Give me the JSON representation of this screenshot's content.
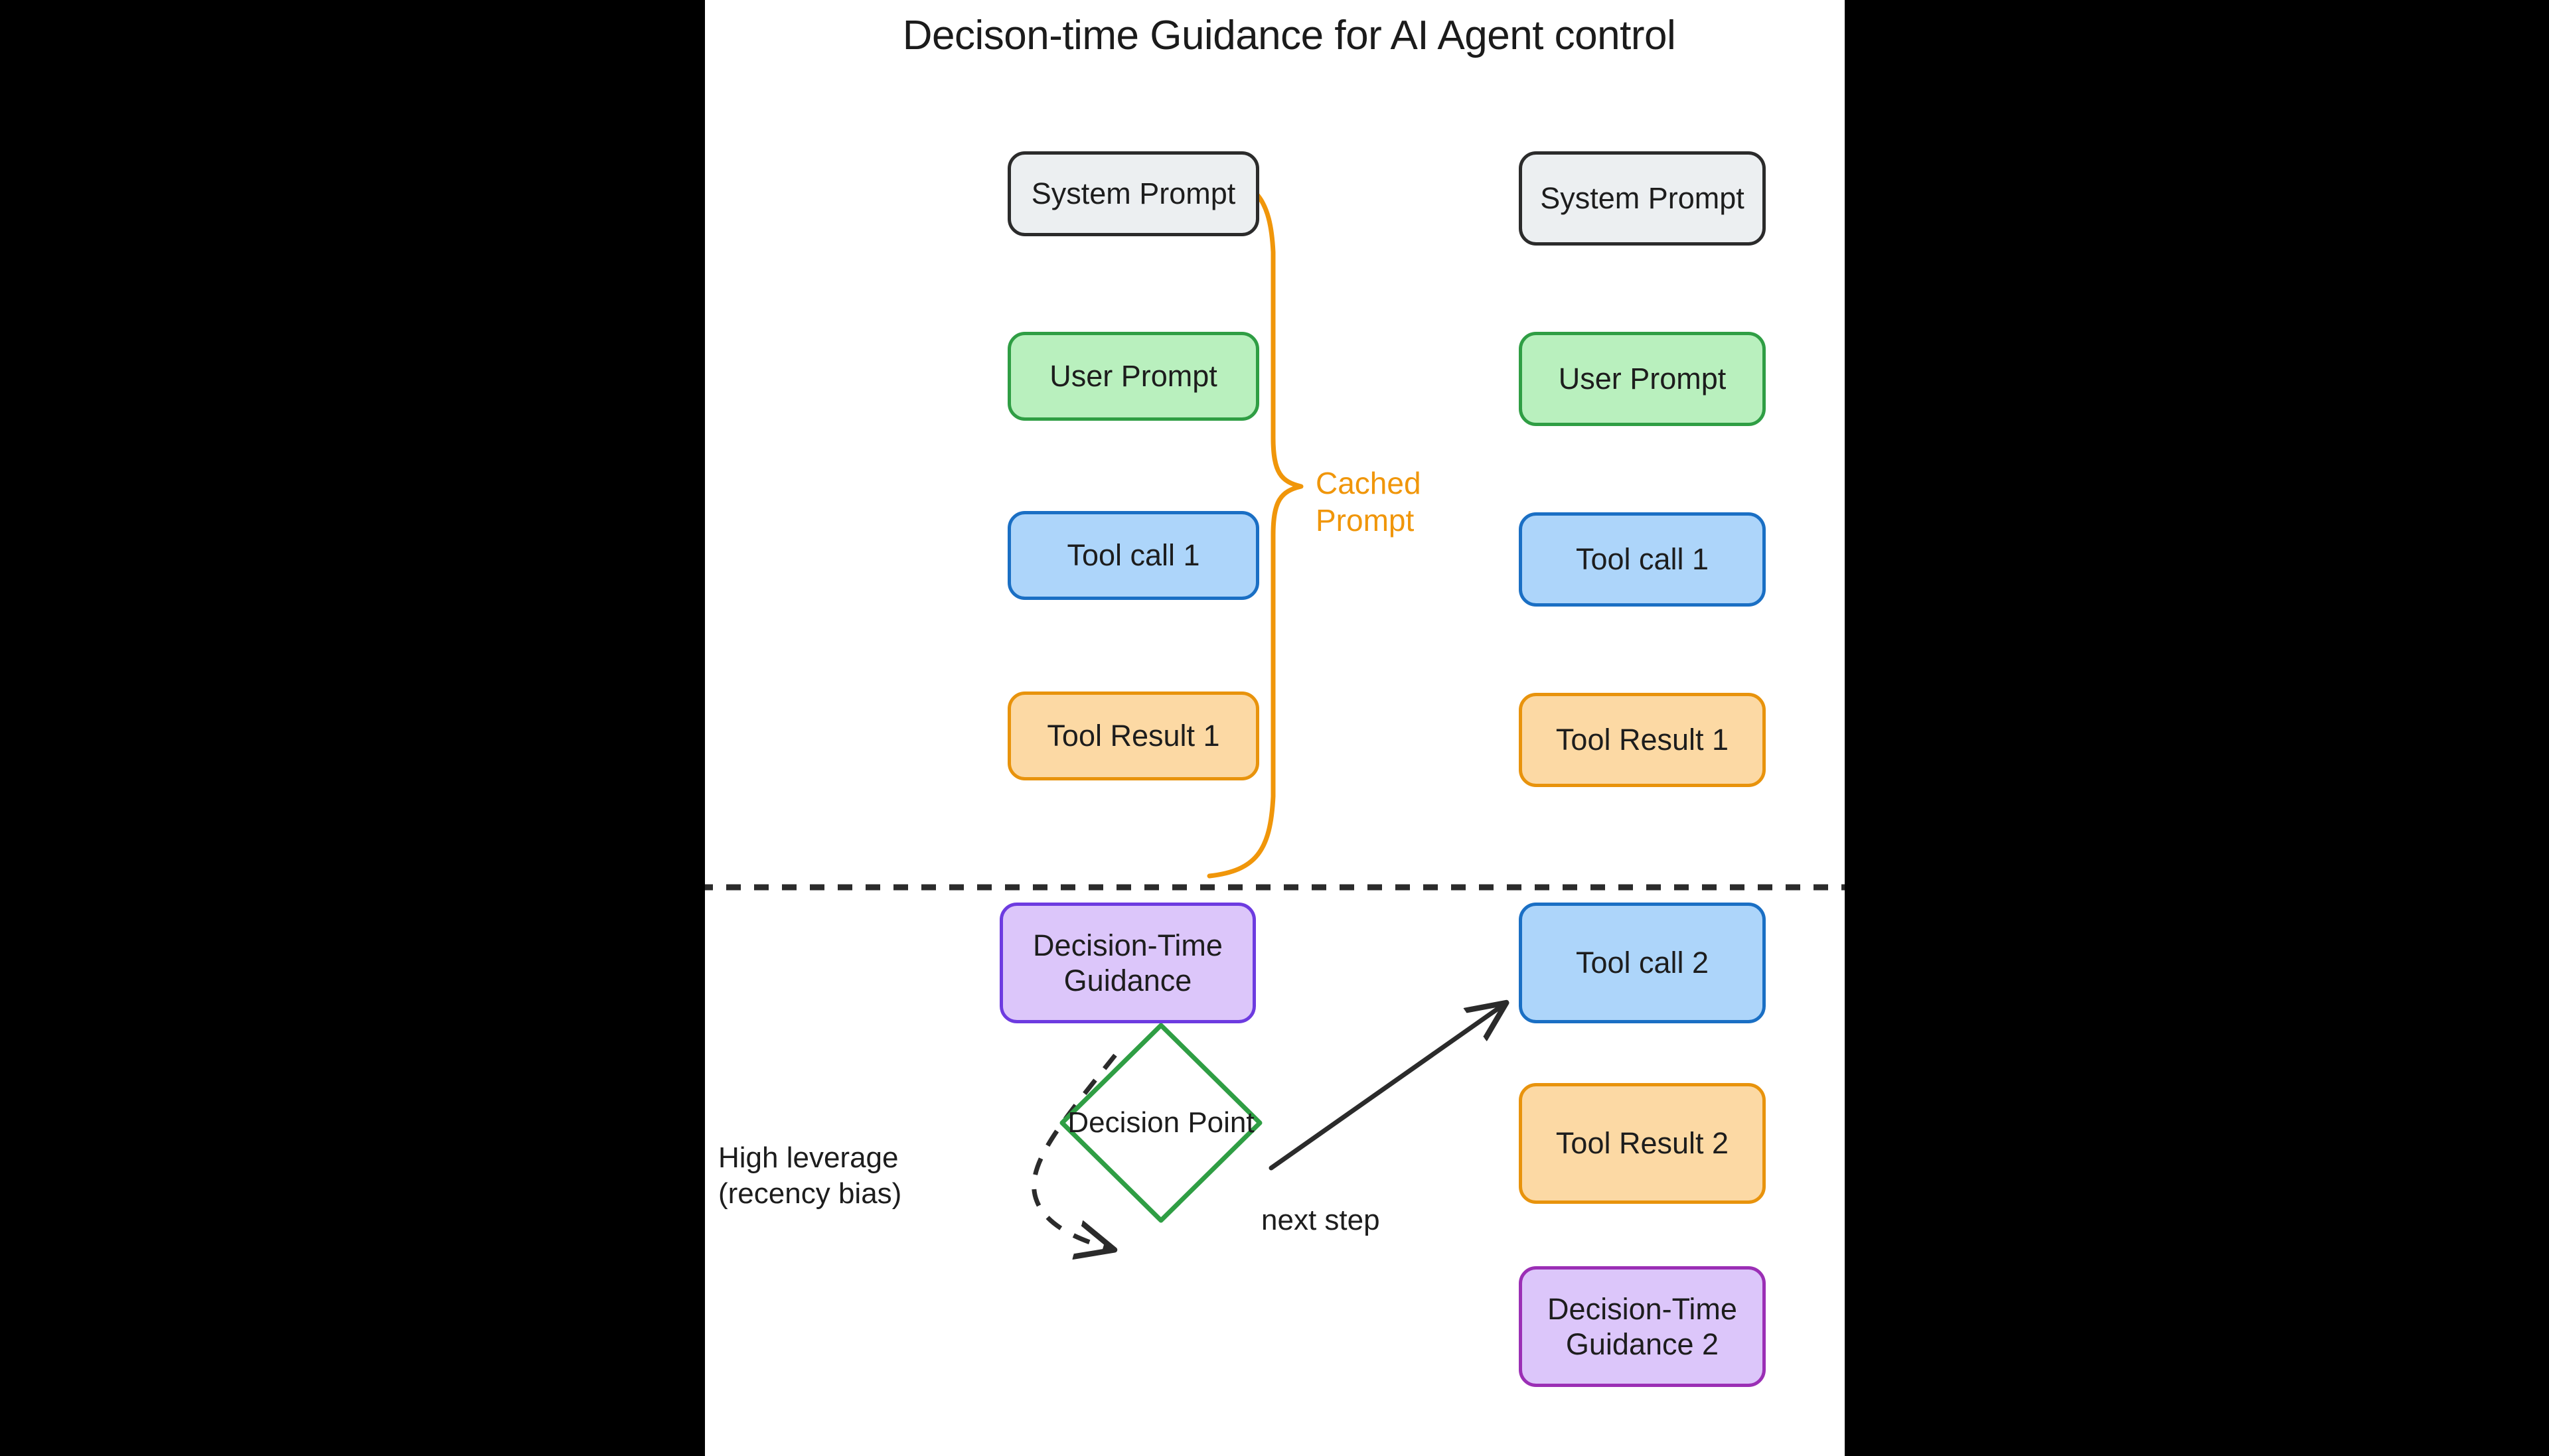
{
  "page": {
    "background": "#000000",
    "canvas_background": "#ffffff"
  },
  "title": "Decison-time Guidance for AI Agent control",
  "palette": {
    "gray_fill": "#ECEFF1",
    "gray_border": "#2b2b2b",
    "green_fill": "#B9F0BE",
    "green_border": "#2f9e44",
    "blue_fill": "#ADD5FA",
    "blue_border": "#1a6fc4",
    "orange_fill": "#FCD9A4",
    "orange_border": "#E8930C",
    "purple_fill": "#DCC6FA",
    "purple_border": "#6D3BE0",
    "purple2_border": "#9B2FB5",
    "brace_color": "#F0960A",
    "diamond_border": "#2f9e44",
    "divider_color": "#2b2b2b",
    "text_color": "#1d1d1d"
  },
  "left_column": {
    "above_divider": [
      {
        "id": "sys-prompt-1",
        "label": "System Prompt",
        "color": "gray"
      },
      {
        "id": "user-prompt-1",
        "label": "User Prompt",
        "color": "green"
      },
      {
        "id": "tool-call-1",
        "label": "Tool call 1",
        "color": "blue"
      },
      {
        "id": "tool-result-1",
        "label": "Tool Result 1",
        "color": "orange"
      }
    ],
    "below_divider": [
      {
        "id": "decision-time-guidance",
        "label": "Decision-Time\nGuidance",
        "color": "purple"
      }
    ],
    "decision_node": {
      "id": "decision-point",
      "label": "Decision\nPoint",
      "shape": "diamond"
    }
  },
  "right_column": {
    "above_divider": [
      {
        "id": "sys-prompt-2",
        "label": "System Prompt",
        "color": "gray"
      },
      {
        "id": "user-prompt-2",
        "label": "User Prompt",
        "color": "green"
      },
      {
        "id": "tool-call-1b",
        "label": "Tool call 1",
        "color": "blue"
      },
      {
        "id": "tool-result-1b",
        "label": "Tool Result 1",
        "color": "orange"
      }
    ],
    "below_divider": [
      {
        "id": "tool-call-2",
        "label": "Tool call 2",
        "color": "blue"
      },
      {
        "id": "tool-result-2",
        "label": "Tool Result 2",
        "color": "orange"
      },
      {
        "id": "decision-time-guidance-2",
        "label": "Decision-Time\nGuidance 2",
        "color": "purple2"
      }
    ]
  },
  "annotations": {
    "cached_prompt": "Cached\nPrompt",
    "high_leverage": "High leverage\n(recency bias)",
    "next_step": "next step"
  },
  "divider": {
    "style": "dashed",
    "orientation": "horizontal"
  }
}
